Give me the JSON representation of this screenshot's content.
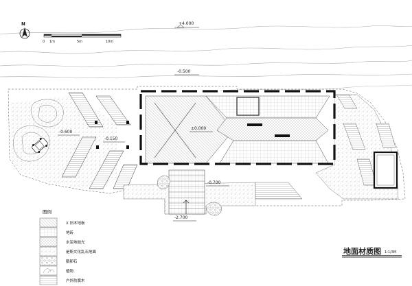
{
  "north": {
    "label": "N"
  },
  "scale_bar": {
    "ticks": [
      "0",
      "1m",
      "5m",
      "10m"
    ]
  },
  "levels": [
    "+4.000",
    "-0.500",
    "±0.000",
    "-0.600",
    "-0.150",
    "-0.700",
    "-2.700"
  ],
  "legend": {
    "title": "图例",
    "items": [
      "X  旧木地板",
      "地砖",
      "水泥地抛光",
      "是斯文化乱石地面",
      "鹅卵石",
      "植物",
      "户外防腐木"
    ]
  },
  "drawing_title": {
    "main": "地面材质图",
    "sub": "1:1/3M"
  }
}
